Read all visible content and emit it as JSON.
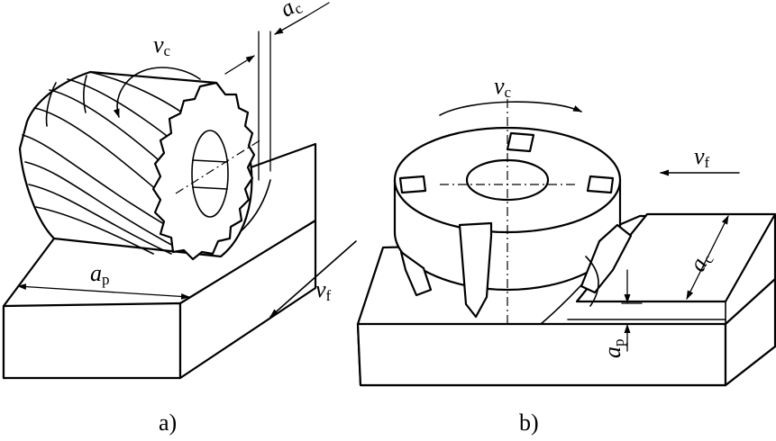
{
  "figure_a": {
    "caption": "a)",
    "labels": {
      "vc_main": "v",
      "vc_sub": "c",
      "ac_main": "a",
      "ac_sub": "c",
      "ap_main": "a",
      "ap_sub": "p",
      "vf_main": "v",
      "vf_sub": "f"
    }
  },
  "figure_b": {
    "caption": "b)",
    "labels": {
      "vc_main": "v",
      "vc_sub": "c",
      "vf_main": "v",
      "vf_sub": "f",
      "ac_main": "a",
      "ac_sub": "c",
      "ap_main": "a",
      "ap_sub": "p"
    }
  }
}
